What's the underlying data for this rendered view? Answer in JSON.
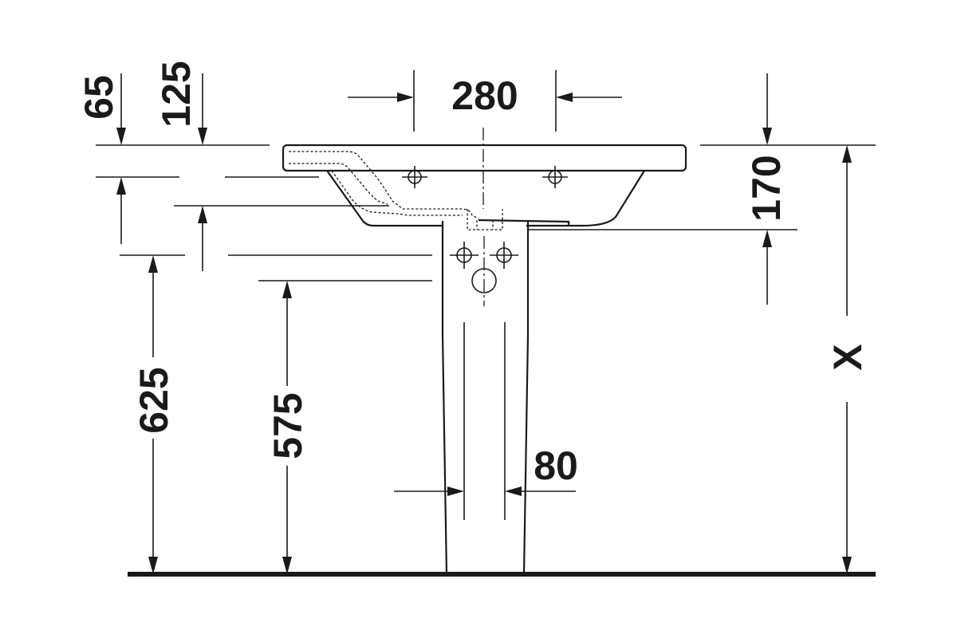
{
  "dimensions": {
    "d65": "65",
    "d125": "125",
    "d280": "280",
    "d170": "170",
    "dX": "X",
    "d625": "625",
    "d575": "575",
    "d80": "80"
  }
}
